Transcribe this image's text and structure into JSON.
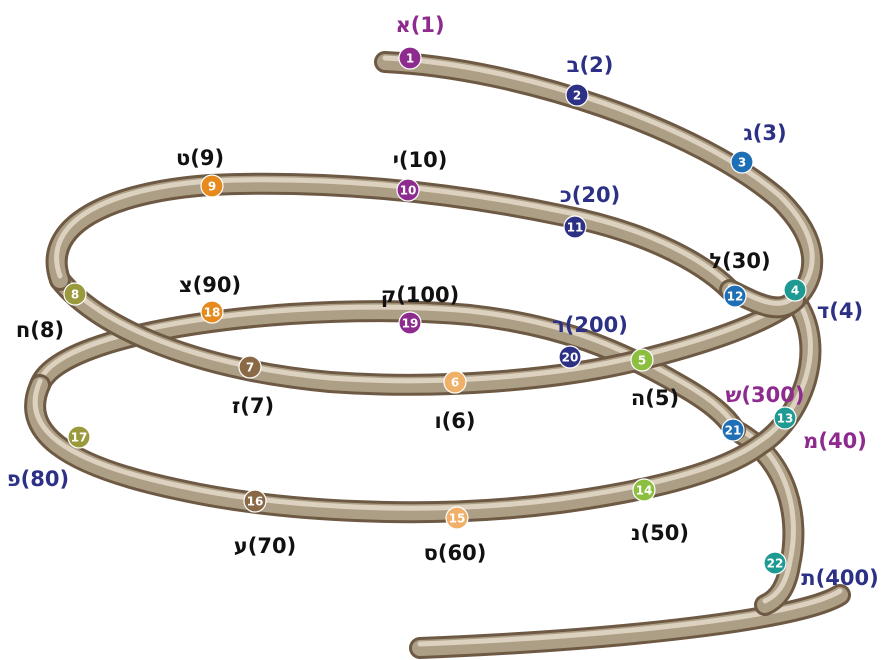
{
  "colors": {
    "tube_dark": "#6e5a44",
    "tube_mid": "#ad9f86",
    "tube_light": "#ddd2bf",
    "purple": "#8e2b8e",
    "navy": "#2c3185",
    "blue": "#1f6fb6",
    "teal": "#1e9a92",
    "green": "#8cbf3f",
    "peach": "#f0b068",
    "brown": "#8a6a46",
    "olive": "#9a9a3c",
    "orange": "#e68a1e",
    "black": "#111111"
  },
  "letters": [
    {
      "n": "1",
      "label": "(1)א",
      "circle_color": "purple",
      "text_color": "purple"
    },
    {
      "n": "2",
      "label": "(2)ב",
      "circle_color": "navy",
      "text_color": "navy"
    },
    {
      "n": "3",
      "label": "(3)ג",
      "circle_color": "blue",
      "text_color": "navy"
    },
    {
      "n": "4",
      "label": "(4)ד",
      "circle_color": "teal",
      "text_color": "navy"
    },
    {
      "n": "5",
      "label": "(5)ה",
      "circle_color": "green",
      "text_color": "black"
    },
    {
      "n": "6",
      "label": "(6)ו",
      "circle_color": "peach",
      "text_color": "black"
    },
    {
      "n": "7",
      "label": "(7)ז",
      "circle_color": "brown",
      "text_color": "black"
    },
    {
      "n": "8",
      "label": "(8)ח",
      "circle_color": "olive",
      "text_color": "black"
    },
    {
      "n": "9",
      "label": "(9)ט",
      "circle_color": "orange",
      "text_color": "black"
    },
    {
      "n": "10",
      "label": "(10)י",
      "circle_color": "purple",
      "text_color": "black"
    },
    {
      "n": "11",
      "label": "(20)כ",
      "circle_color": "navy",
      "text_color": "navy"
    },
    {
      "n": "12",
      "label": "(30)ל",
      "circle_color": "blue",
      "text_color": "black"
    },
    {
      "n": "13",
      "label": "(40)מ",
      "circle_color": "teal",
      "text_color": "purple"
    },
    {
      "n": "14",
      "label": "(50)נ",
      "circle_color": "green",
      "text_color": "black"
    },
    {
      "n": "15",
      "label": "(60)ס",
      "circle_color": "peach",
      "text_color": "black"
    },
    {
      "n": "16",
      "label": "(70)ע",
      "circle_color": "brown",
      "text_color": "black"
    },
    {
      "n": "17",
      "label": "(80)פ",
      "circle_color": "olive",
      "text_color": "navy"
    },
    {
      "n": "18",
      "label": "(90)צ",
      "circle_color": "orange",
      "text_color": "black"
    },
    {
      "n": "19",
      "label": "(100)ק",
      "circle_color": "purple",
      "text_color": "black"
    },
    {
      "n": "20",
      "label": "(200)ר",
      "circle_color": "navy",
      "text_color": "navy"
    },
    {
      "n": "21",
      "label": "(300)ש",
      "circle_color": "blue",
      "text_color": "purple"
    },
    {
      "n": "22",
      "label": "(400)ת",
      "circle_color": "teal",
      "text_color": "navy"
    }
  ]
}
